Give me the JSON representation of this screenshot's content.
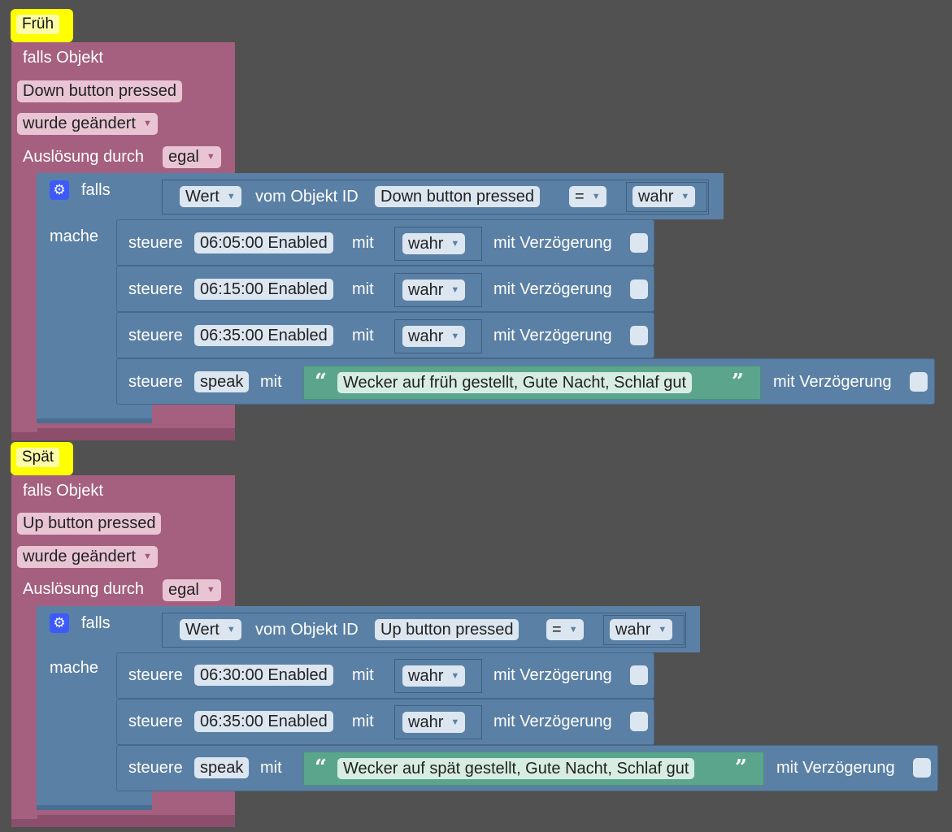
{
  "scripts": [
    {
      "comment": "Früh",
      "trigger": {
        "label": "falls Objekt",
        "object": "Down button pressed",
        "change": "wurde geändert",
        "trigger_label": "Auslösung durch",
        "trigger_value": "egal"
      },
      "if": {
        "falls_label": "falls",
        "mache_label": "mache",
        "value_field": "Wert",
        "vom_label": "vom Objekt ID",
        "object_id": "Down button pressed",
        "operator": "=",
        "compare_value": "wahr"
      },
      "actions": [
        {
          "steuere": "steuere",
          "target": "06:05:00 Enabled",
          "mit": "mit",
          "value": "wahr",
          "delay_label": "mit Verzögerung"
        },
        {
          "steuere": "steuere",
          "target": "06:15:00 Enabled",
          "mit": "mit",
          "value": "wahr",
          "delay_label": "mit Verzögerung"
        },
        {
          "steuere": "steuere",
          "target": "06:35:00 Enabled",
          "mit": "mit",
          "value": "wahr",
          "delay_label": "mit Verzögerung"
        },
        {
          "steuere": "steuere",
          "target": "speak",
          "mit": "mit",
          "text": "Wecker auf früh gestellt, Gute Nacht, Schlaf gut",
          "delay_label": "mit Verzögerung"
        }
      ]
    },
    {
      "comment": "Spät",
      "trigger": {
        "label": "falls Objekt",
        "object": "Up button pressed",
        "change": "wurde geändert",
        "trigger_label": "Auslösung durch",
        "trigger_value": "egal"
      },
      "if": {
        "falls_label": "falls",
        "mache_label": "mache",
        "value_field": "Wert",
        "vom_label": "vom Objekt ID",
        "object_id": "Up button pressed",
        "operator": "=",
        "compare_value": "wahr"
      },
      "actions": [
        {
          "steuere": "steuere",
          "target": "06:30:00 Enabled",
          "mit": "mit",
          "value": "wahr",
          "delay_label": "mit Verzögerung"
        },
        {
          "steuere": "steuere",
          "target": "06:35:00 Enabled",
          "mit": "mit",
          "value": "wahr",
          "delay_label": "mit Verzögerung"
        },
        {
          "steuere": "steuere",
          "target": "speak",
          "mit": "mit",
          "text": "Wecker auf spät gestellt, Gute Nacht, Schlaf gut",
          "delay_label": "mit Verzögerung"
        }
      ]
    }
  ],
  "colors": {
    "background": "#515151",
    "event_block": "#a5607f",
    "logic_block": "#5b80a5",
    "text_block": "#5ba58c",
    "comment": "#ffff00",
    "gear_icon": "#3d5afe"
  }
}
